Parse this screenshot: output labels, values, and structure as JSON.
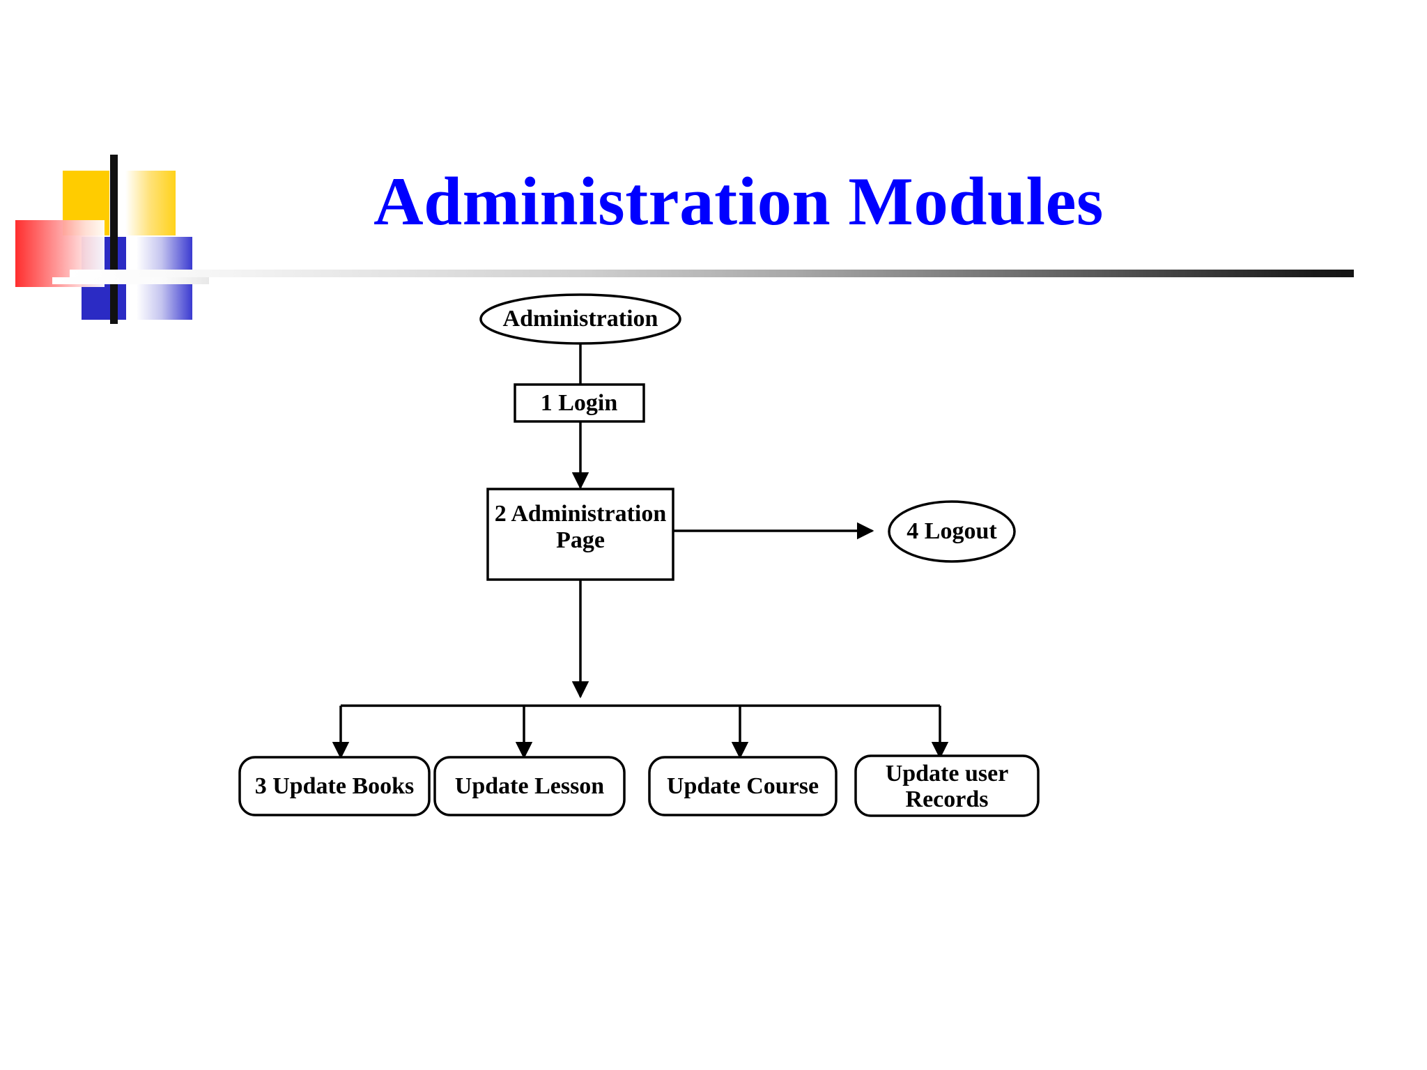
{
  "slide": {
    "title": "Administration Modules",
    "title_color": "#0000ff",
    "background_color": "#ffffff",
    "rule_gradient_from": "#ffffff",
    "rule_gradient_to": "#151515"
  },
  "logo": {
    "name": "decorative-squares-logo",
    "colors": {
      "gold": "#ffcc00",
      "gold_light": "#fff3b0",
      "blue": "#2b2bc4",
      "blue_light": "#dcdcf7",
      "red": "#ff2a2a",
      "red_light": "#ffe5e5",
      "bar": "#111111",
      "white_bar": "#ffffff"
    }
  },
  "diagram": {
    "type": "flowchart",
    "nodes": [
      {
        "id": "administration",
        "label": "Administration",
        "shape": "ellipse"
      },
      {
        "id": "login",
        "label": "1 Login",
        "shape": "rectangle"
      },
      {
        "id": "admin_page",
        "label": "2 Administration Page",
        "label_line1": "2 Administration",
        "label_line2": "Page",
        "shape": "rectangle"
      },
      {
        "id": "logout",
        "label": "4  Logout",
        "shape": "ellipse"
      },
      {
        "id": "update_books",
        "label": "3 Update Books",
        "shape": "rounded-rectangle"
      },
      {
        "id": "update_lesson",
        "label": "Update Lesson",
        "shape": "rounded-rectangle"
      },
      {
        "id": "update_course",
        "label": "Update Course",
        "shape": "rounded-rectangle"
      },
      {
        "id": "update_user_records",
        "label": "Update user Records",
        "label_line1": "Update user",
        "label_line2": "Records",
        "shape": "rounded-rectangle"
      }
    ],
    "edges": [
      {
        "from": "administration",
        "to": "login",
        "arrow": false
      },
      {
        "from": "login",
        "to": "admin_page",
        "arrow": true
      },
      {
        "from": "admin_page",
        "to": "logout",
        "arrow": true
      },
      {
        "from": "admin_page",
        "to": "update_books",
        "arrow": true
      },
      {
        "from": "admin_page",
        "to": "update_lesson",
        "arrow": true
      },
      {
        "from": "admin_page",
        "to": "update_course",
        "arrow": true
      },
      {
        "from": "admin_page",
        "to": "update_user_records",
        "arrow": true
      }
    ]
  }
}
